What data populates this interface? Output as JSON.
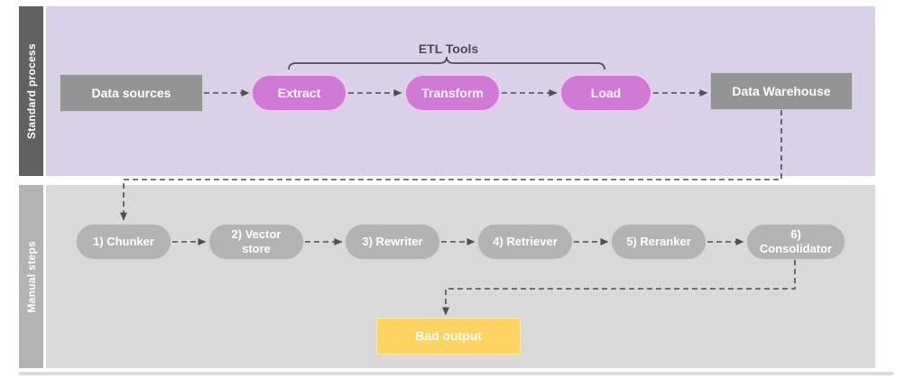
{
  "diagram": {
    "lanes": [
      {
        "label": "Standard process"
      },
      {
        "label": "Manual steps"
      }
    ],
    "standard_process": {
      "group_label": "ETL Tools",
      "nodes": {
        "data_sources": "Data sources",
        "extract": "Extract",
        "transform": "Transform",
        "load": "Load",
        "data_warehouse": "Data Warehouse"
      },
      "flow": [
        "Data sources -> Extract",
        "Extract -> Transform",
        "Transform -> Load",
        "Load -> Data Warehouse",
        "Data Warehouse -> 1) Chunker"
      ]
    },
    "manual_steps": {
      "nodes": [
        "1) Chunker",
        "2) Vector store",
        "3) Rewriter",
        "4) Retriever",
        "5) Reranker",
        "6) Consolidator"
      ],
      "bad_output": "Bad output",
      "flow": [
        "1) Chunker -> 2) Vector store",
        "2) Vector store -> 3) Rewriter",
        "3) Rewriter -> 4) Retriever",
        "4) Retriever -> 5) Reranker",
        "5) Reranker -> 6) Consolidator",
        "6) Consolidator -> Bad output"
      ]
    }
  },
  "colors": {
    "lane1_bg": "#d8d1e7",
    "lane1_label_bg": "#616161",
    "lane2_bg": "#d9d9d9",
    "lane2_label_bg": "#b3b3b3",
    "etl_pill": "#d07ad6",
    "etl_pill_border": "#ecc9ee",
    "gray_box": "#949494",
    "manual_pill": "#b3b3b3",
    "bad_output_bg": "#fcd45f",
    "connector": "#4f4f4f",
    "node_text": "#ffffff",
    "group_label_text": "#4c4c50"
  }
}
